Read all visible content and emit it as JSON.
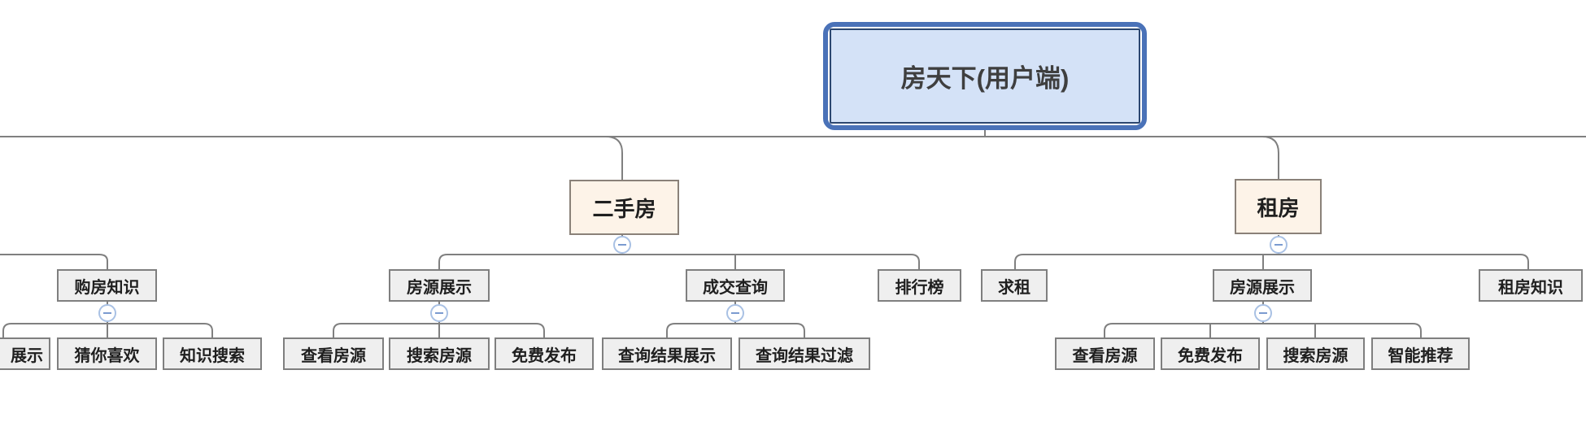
{
  "colors": {
    "background": "#ffffff",
    "connector": "#808080",
    "root_fill": "#d4e2f7",
    "root_border": "#4a72b8",
    "root_inner_border": "#2c4770",
    "root_text": "#3f3f3f",
    "branch_fill": "#fdf3e8",
    "branch_border": "#8a8179",
    "node_fill": "#efefef",
    "node_border": "#7f7f7f",
    "node_text": "#1f1f1f",
    "collapse_border": "#a9c1e4",
    "collapse_fill": "#ffffff",
    "collapse_glyph": "#7b9bd0"
  },
  "root": {
    "label": "房天下(用户端)"
  },
  "left_branch": {
    "node": {
      "label": "购房知识"
    },
    "children": [
      {
        "label": "展示"
      },
      {
        "label": "猜你喜欢"
      },
      {
        "label": "知识搜索"
      }
    ]
  },
  "secondhand": {
    "node": {
      "label": "二手房"
    },
    "children": [
      {
        "label": "房源展示",
        "children": [
          {
            "label": "查看房源"
          },
          {
            "label": "搜索房源"
          },
          {
            "label": "免费发布"
          }
        ]
      },
      {
        "label": "成交查询",
        "children": [
          {
            "label": "查询结果展示"
          },
          {
            "label": "查询结果过滤"
          }
        ]
      },
      {
        "label": "排行榜"
      }
    ]
  },
  "rent": {
    "node": {
      "label": "租房"
    },
    "children": [
      {
        "label": "求租"
      },
      {
        "label": "房源展示",
        "children": [
          {
            "label": "查看房源"
          },
          {
            "label": "免费发布"
          },
          {
            "label": "搜索房源"
          },
          {
            "label": "智能推荐"
          }
        ]
      },
      {
        "label": "租房知识"
      }
    ]
  }
}
